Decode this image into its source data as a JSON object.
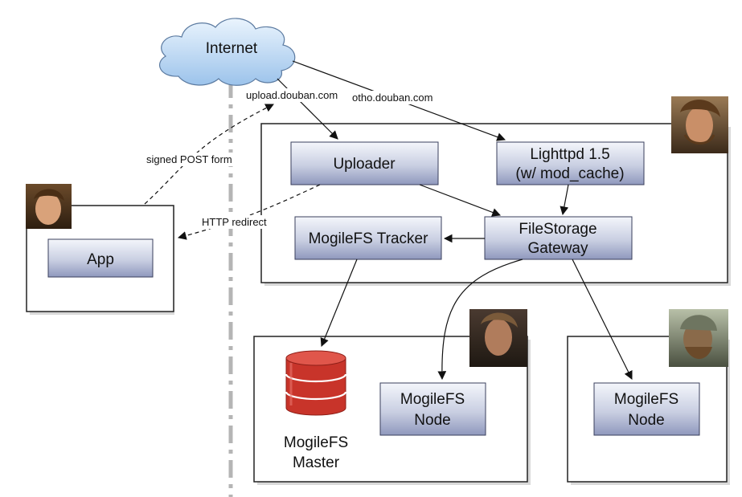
{
  "nodes": {
    "internet": "Internet",
    "uploader": "Uploader",
    "lighttpd": [
      "Lighttpd 1.5",
      "(w/ mod_cache)"
    ],
    "gateway": [
      "FileStorage",
      "Gateway"
    ],
    "tracker": "MogileFS Tracker",
    "app": "App",
    "master": [
      "MogileFS",
      "Master"
    ],
    "node1": [
      "MogileFS",
      "Node"
    ],
    "node2": [
      "MogileFS",
      "Node"
    ]
  },
  "edge_labels": {
    "upload_host": "upload.douban.com",
    "otho_host": "otho.douban.com",
    "signed_post": "signed POST form",
    "http_redirect": "HTTP redirect"
  },
  "colors": {
    "box_top": "#f4f6fb",
    "box_bottom": "#8f98bd",
    "cloud_top": "#eaf4fd",
    "cloud_bottom": "#9cc3eb",
    "db_red": "#c8342a"
  },
  "icons": {
    "avatar_1": "portrait-icon",
    "avatar_2": "portrait-icon",
    "avatar_3": "portrait-icon",
    "avatar_4": "portrait-icon",
    "database": "database-icon"
  }
}
